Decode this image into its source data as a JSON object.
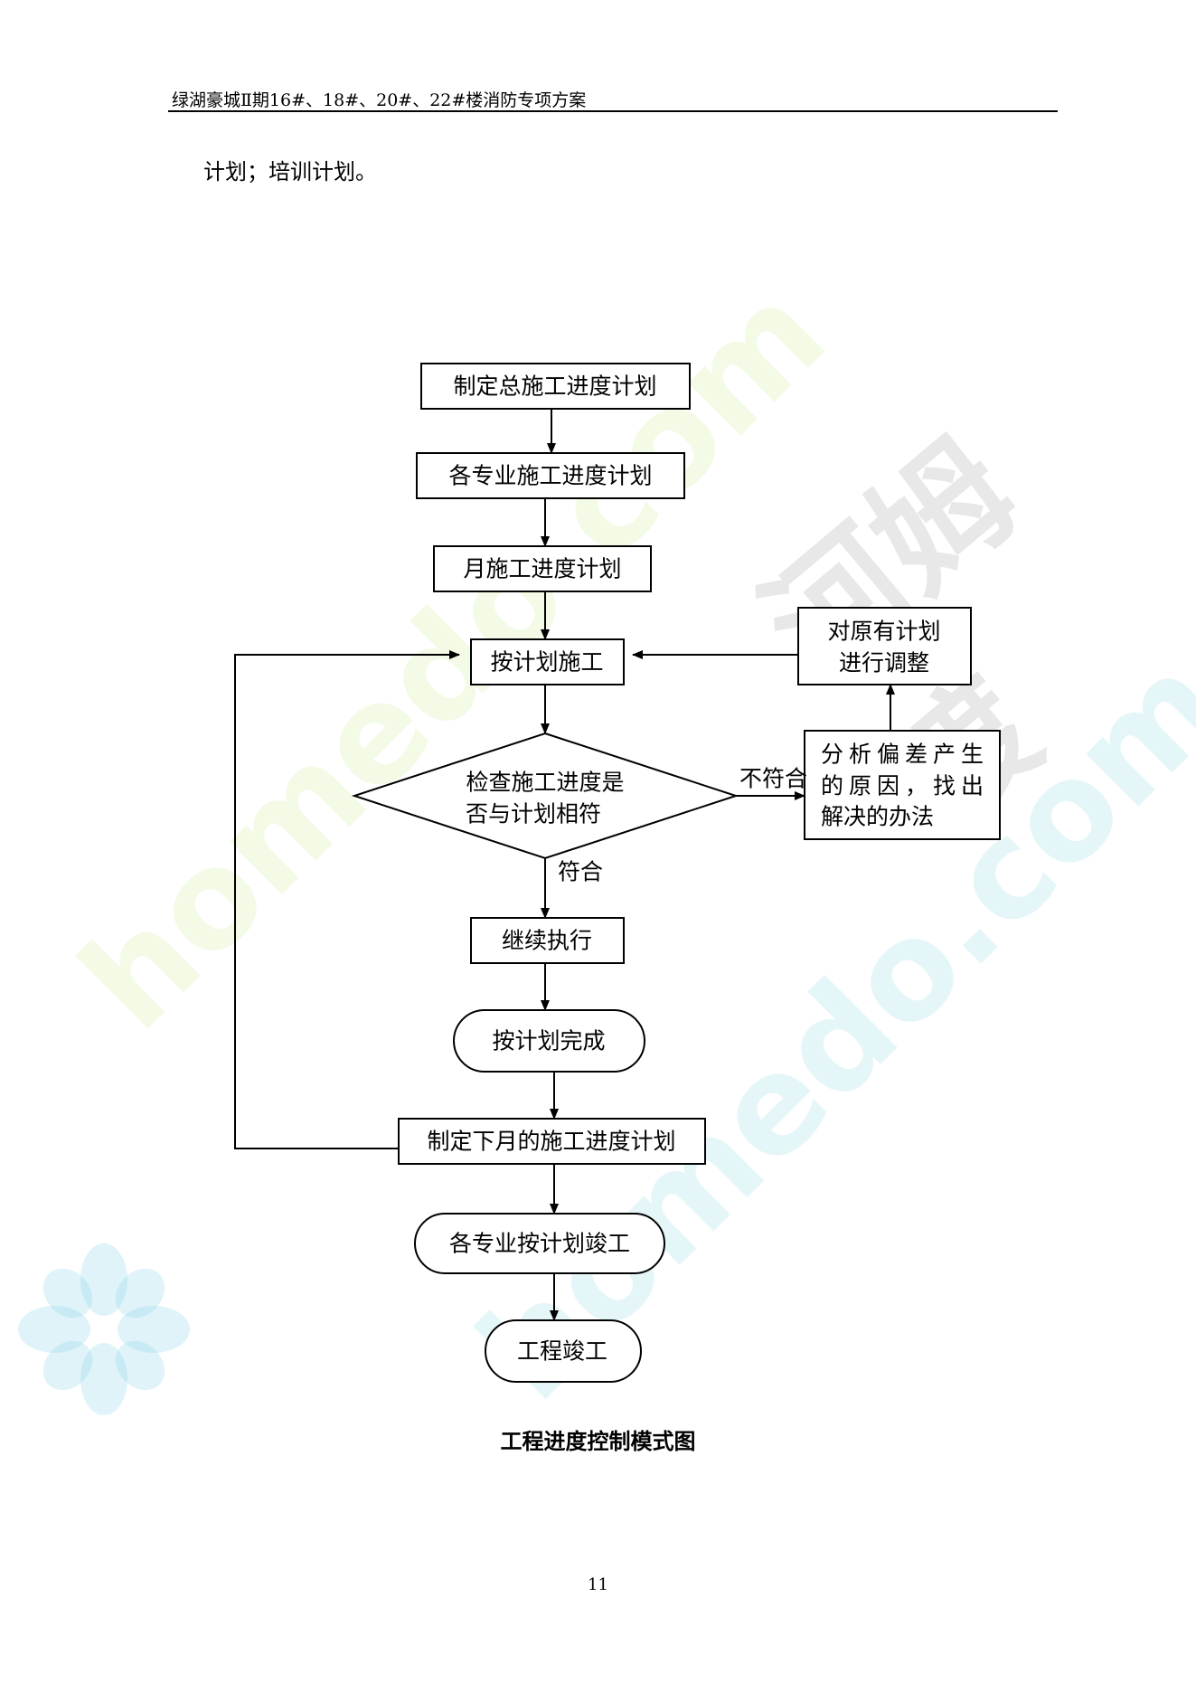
{
  "header": {
    "title": "绿湖豪城Ⅱ期16#、18#、20#、22#楼消防专项方案"
  },
  "intro_text": "计划；培训计划。",
  "flowchart": {
    "nodes": {
      "master_plan": "制定总施工进度计划",
      "specialty_plan": "各专业施工进度计划",
      "monthly_plan": "月施工进度计划",
      "execute": "按计划施工",
      "check_line1": "检查施工进度是",
      "check_line2": "否与计划相符",
      "analyze_line1": "分析偏差产生",
      "analyze_line2": "的原因，找出",
      "analyze_line3": "解决的办法",
      "adjust_line1": "对原有计划",
      "adjust_line2": "进行调整",
      "continue": "继续执行",
      "complete": "按计划完成",
      "next_month": "制定下月的施工进度计划",
      "specialty_done": "各专业按计划竣工",
      "project_done": "工程竣工"
    },
    "labels": {
      "no": "不符合",
      "yes": "符合"
    }
  },
  "caption": "工程进度控制模式图",
  "page_number": "11",
  "watermarks": {
    "text1": "homedo.com",
    "text2": "homedo.com",
    "brand": "河姆渡"
  }
}
